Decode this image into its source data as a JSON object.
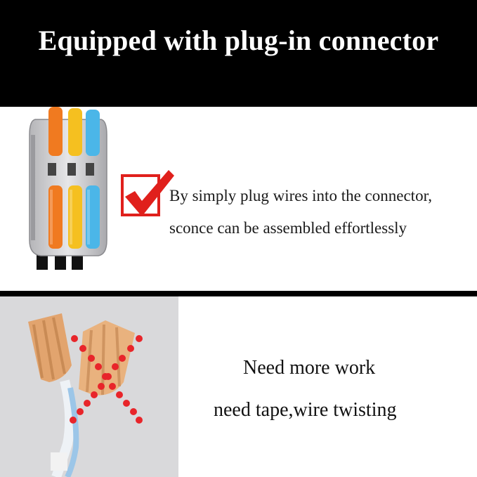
{
  "header": {
    "title": "Equipped with plug-in connector"
  },
  "advantage": {
    "line1": "By simply plug wires into the connector,",
    "line2": "sconce can be assembled effortlessly",
    "icons": [
      "lever-connector-icon",
      "red-check-icon"
    ]
  },
  "disadvantage": {
    "line1": "Need more work",
    "line2": "need tape,wire twisting",
    "icons": [
      "wire-nut-icon",
      "red-x-icon"
    ]
  },
  "colors": {
    "header_bg": "#000000",
    "check_red": "#e0201c",
    "cross_red": "#e8252a",
    "lever_orange": "#f07a20",
    "lever_yellow": "#f5c020",
    "lever_blue": "#4bb6e8",
    "wire_nut": "#e9b27e"
  }
}
